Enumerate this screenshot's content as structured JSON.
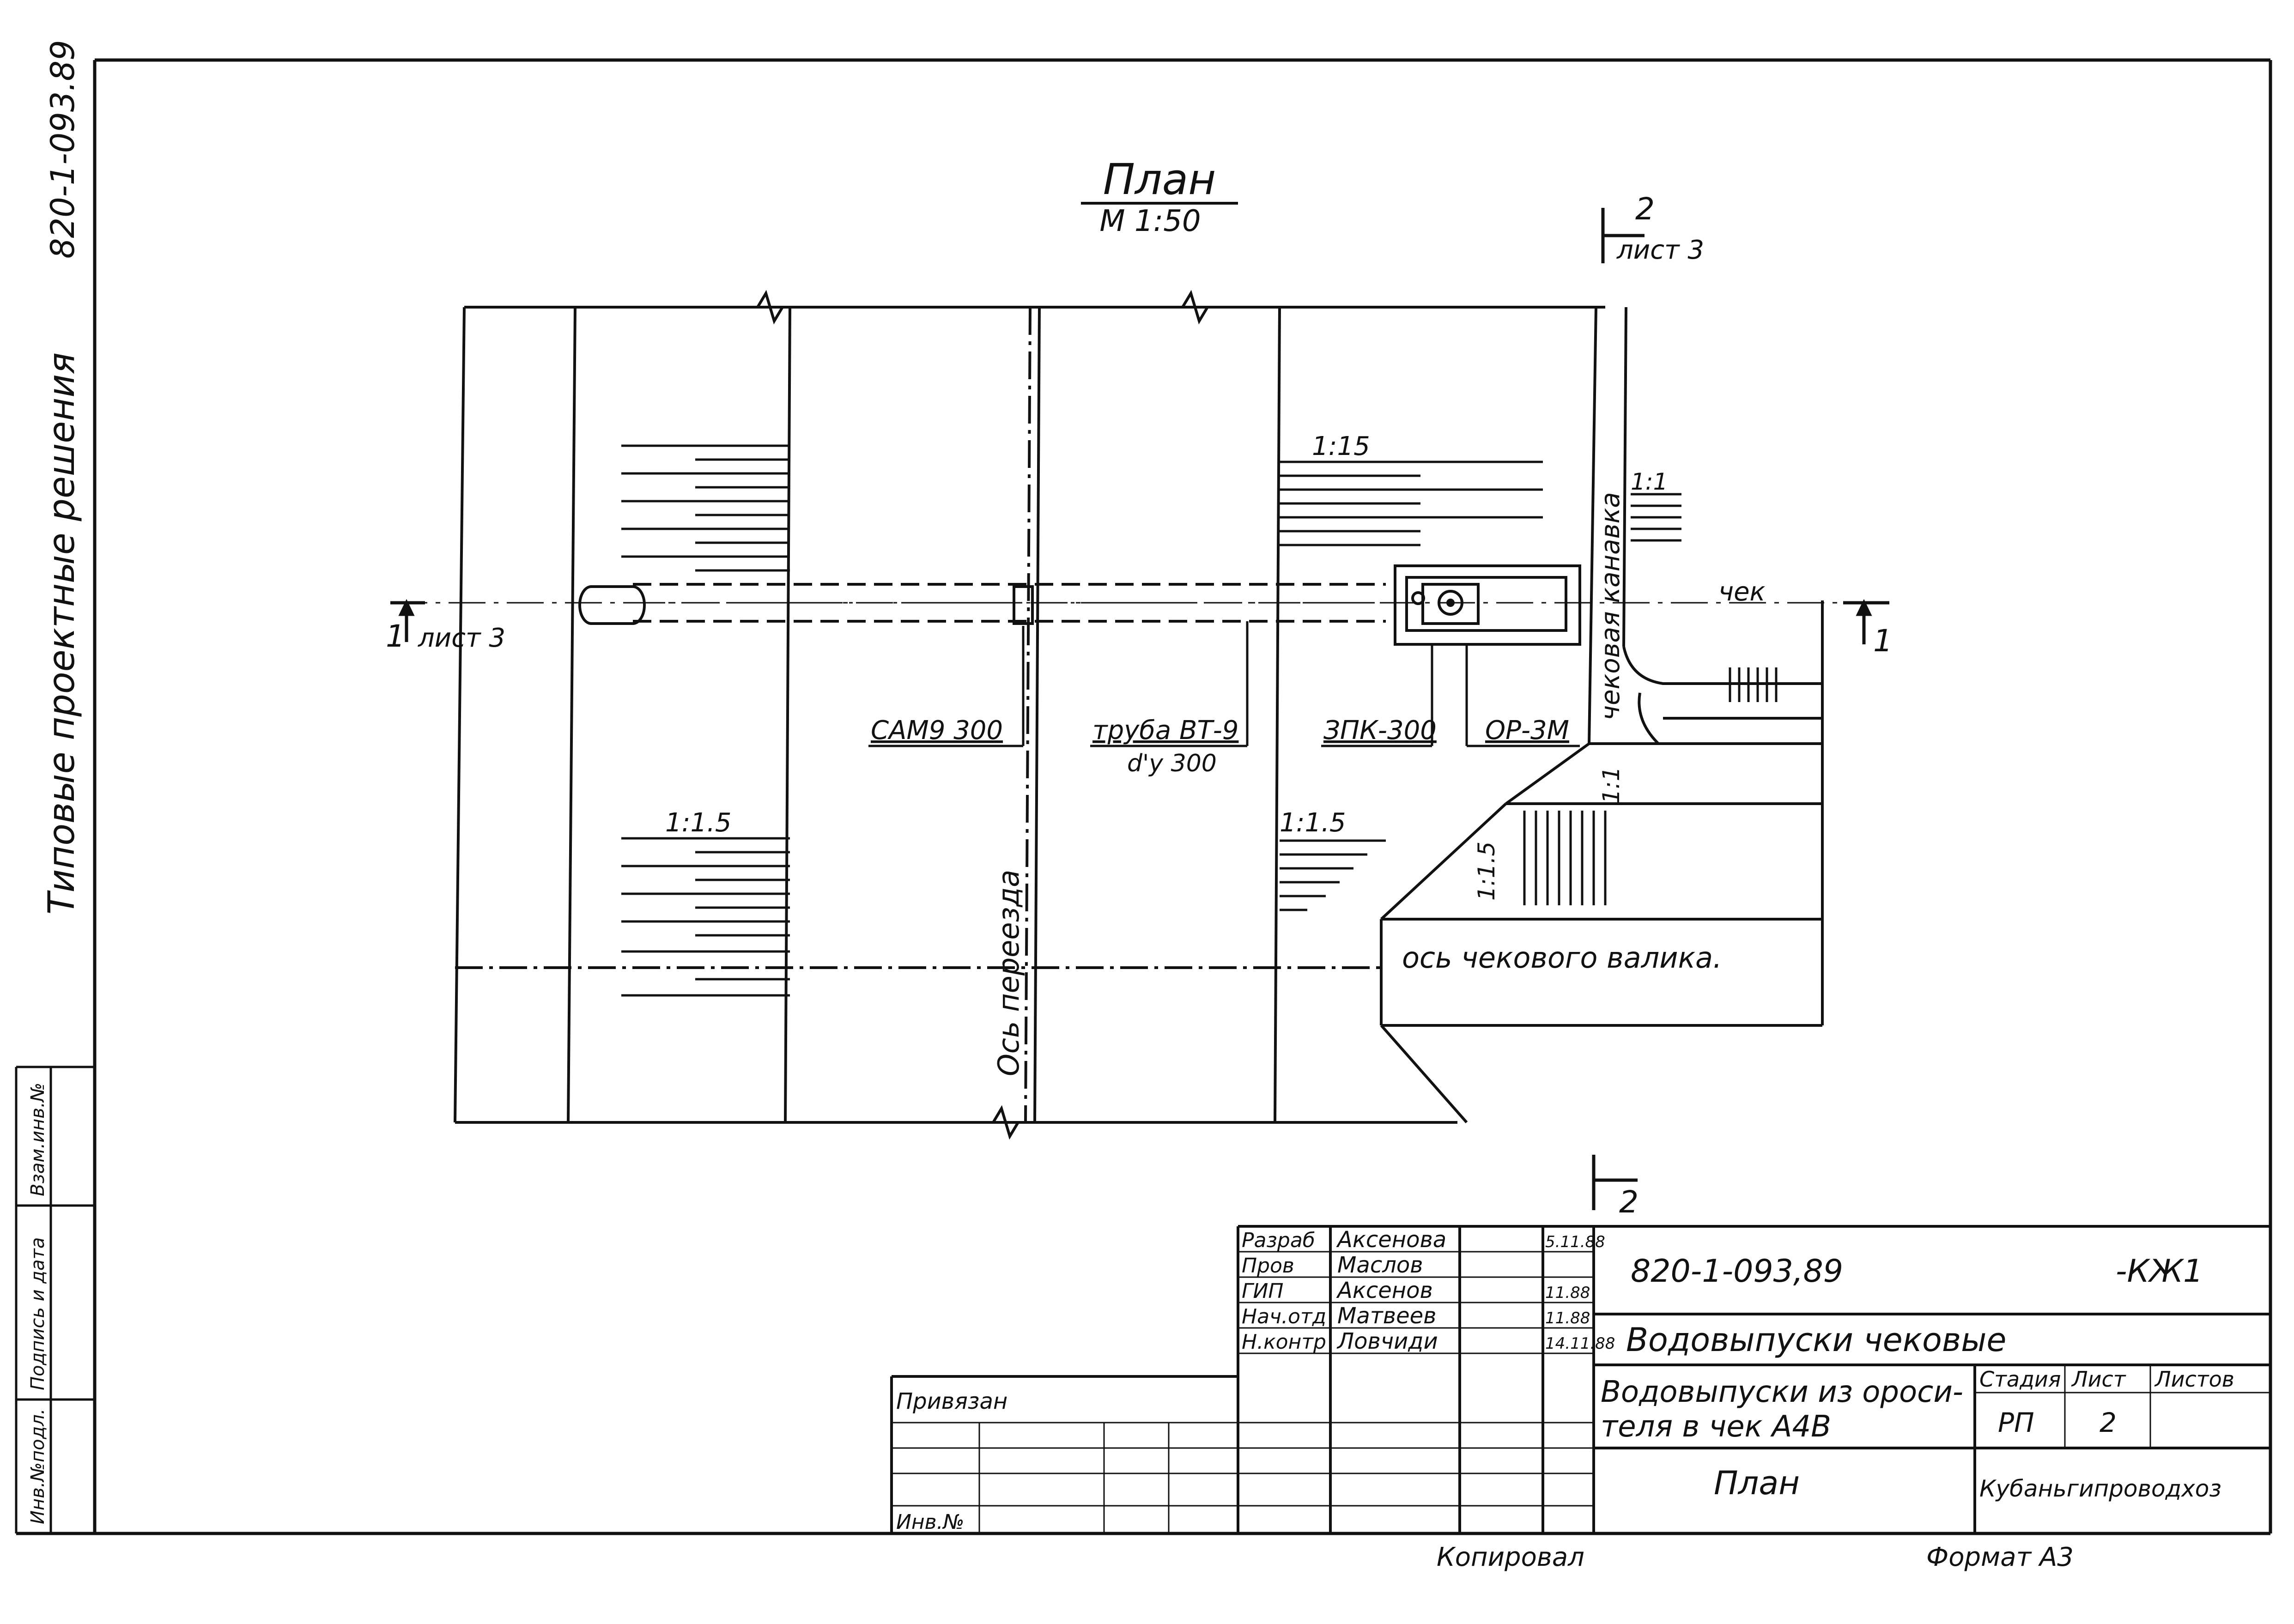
{
  "side_caption": {
    "series": "Типовые проектные решения",
    "code": "820-1-093.89"
  },
  "plan_title": {
    "title": "План",
    "scale": "М 1:50"
  },
  "sections": {
    "top_num": "2",
    "top_sheet": "лист 3",
    "left_num": "1",
    "left_sheet": "лист 3",
    "right_num": "1",
    "bottom_num": "2"
  },
  "labels": {
    "slope_top_left": "1:15",
    "slope_top_right": "1:1",
    "slope_bottom_left": "1:1.5",
    "slope_bottom_mid": "1:1.5",
    "slope_right_lower": "1:1",
    "slope_vertical": "1:1.5",
    "chek": "чек",
    "chek_canal": "чековая канавка",
    "cam": "САМ9 300",
    "pipe": "труба ВТ-9",
    "pipe_diam": "d'у 300",
    "zpk": "ЗПК-300",
    "or": "ОР-3М",
    "axis_crossing": "Ось переезда",
    "axis_roller": "ось чекового валика."
  },
  "side_stamp": {
    "inv_podl": "Инв.№подл.",
    "podpis": "Подпись и дата",
    "vzam": "Взам.инв.№"
  },
  "title_block": {
    "rows": [
      {
        "role": "Разраб",
        "name": "Аксенова",
        "date": "5.11.88"
      },
      {
        "role": "Пров",
        "name": "Маслов",
        "date": ""
      },
      {
        "role": "ГИП",
        "name": "Аксенов",
        "date": "11.88"
      },
      {
        "role": "Нач.отд",
        "name": "Матвеев",
        "date": "11.88"
      },
      {
        "role": "Н.контр",
        "name": "Ловчиди",
        "date": "14.11.88"
      }
    ],
    "doc_code": "820-1-093,89",
    "doc_suffix": "-КЖ1",
    "project_name": "Водовыпуски чековые",
    "sheet_desc_1": "Водовыпуски из ороси-",
    "sheet_desc_2": "теля в чек А4В",
    "sheet_title": "План",
    "stage_h": "Стадия",
    "sheet_h": "Лист",
    "sheets_h": "Листов",
    "stage": "РП",
    "sheet": "2",
    "org": "Кубаньгипроводхоз",
    "privyazan": "Привязан",
    "inv_no": "Инв.№",
    "copied": "Копировал",
    "format": "Формат А3"
  }
}
